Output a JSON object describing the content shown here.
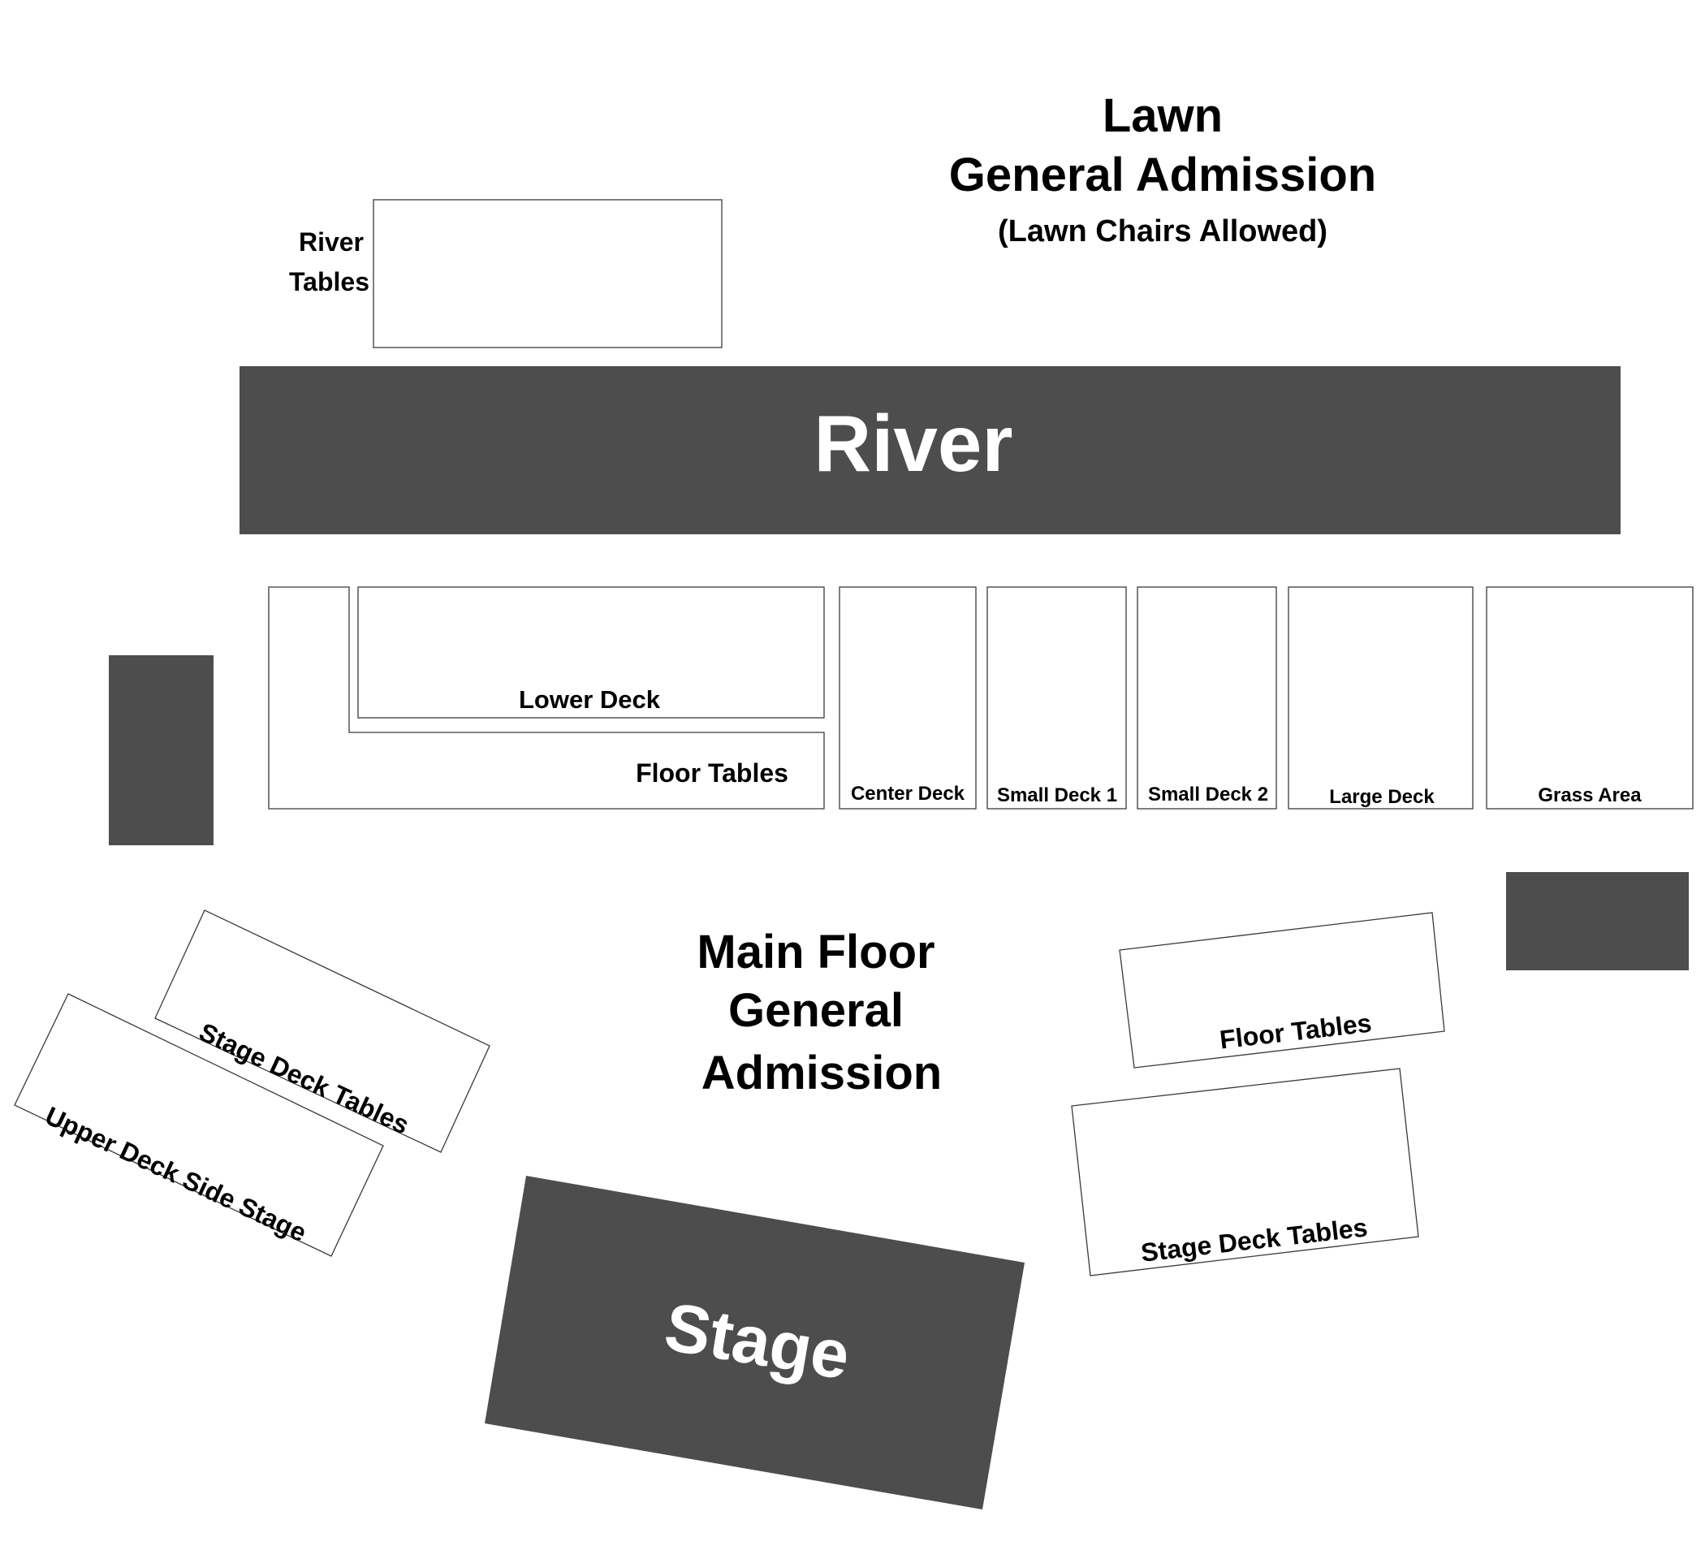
{
  "colors": {
    "background": "#ffffff",
    "dark_area": "#4d4d4d",
    "outline": "#3a3a3a",
    "text": "#000000",
    "text_on_dark": "#ffffff"
  },
  "lawn": {
    "line1": "Lawn",
    "line2": "General Admission",
    "note": "(Lawn Chairs Allowed)"
  },
  "river_tables": {
    "line1": "River",
    "line2": "Tables"
  },
  "river": {
    "label": "River"
  },
  "sections": {
    "lower_deck": "Lower Deck",
    "floor_tables_top": "Floor Tables",
    "center_deck": "Center Deck",
    "small_deck_1": "Small Deck 1",
    "small_deck_2": "Small Deck 2",
    "large_deck": "Large Deck",
    "grass_area": "Grass Area",
    "stage_deck_tables_left": "Stage Deck Tables",
    "upper_deck_side_stage": "Upper Deck Side Stage",
    "floor_tables_right": "Floor Tables",
    "stage_deck_tables_right": "Stage Deck Tables"
  },
  "main_floor": {
    "line1": "Main Floor",
    "line2": "General",
    "line3": "Admission"
  },
  "stage": {
    "label": "Stage"
  }
}
